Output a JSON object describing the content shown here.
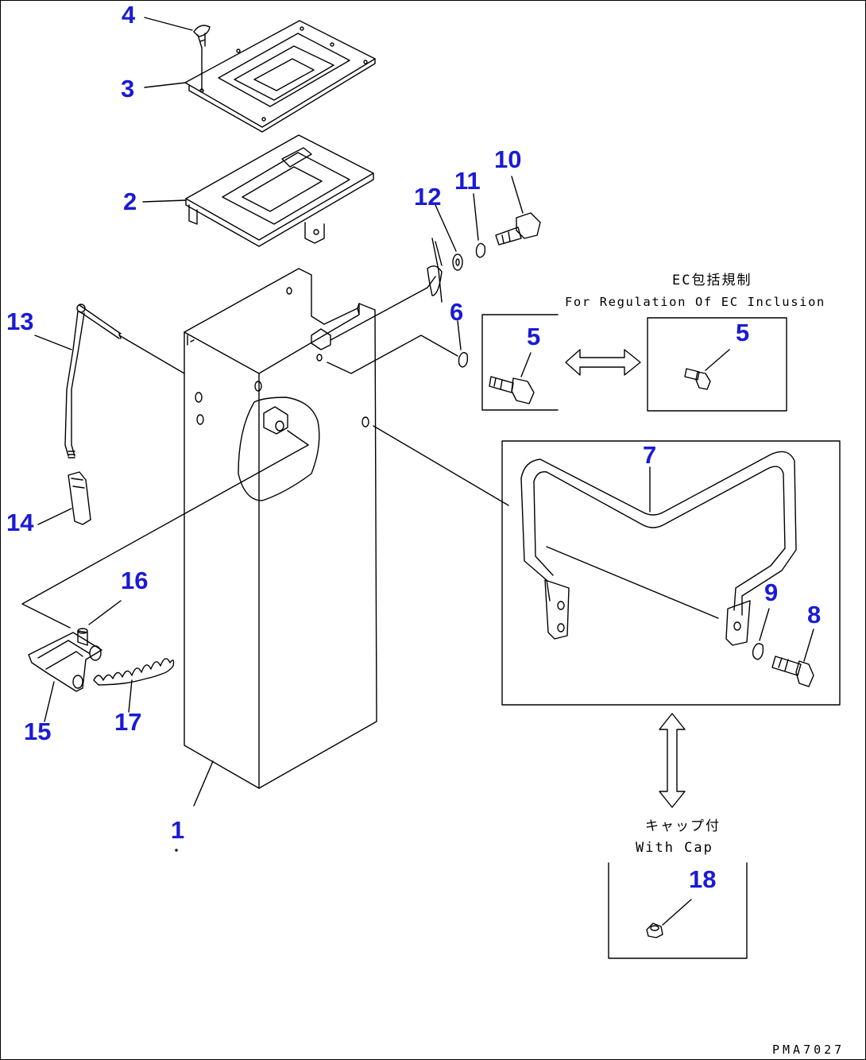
{
  "callouts": {
    "c1": "1",
    "c2": "2",
    "c3": "3",
    "c4": "4",
    "c5a": "5",
    "c5b": "5",
    "c6": "6",
    "c7": "7",
    "c8": "8",
    "c9": "9",
    "c10": "10",
    "c11": "11",
    "c12": "12",
    "c13": "13",
    "c14": "14",
    "c15": "15",
    "c16": "16",
    "c17": "17",
    "c18": "18"
  },
  "notes": {
    "ec_jp": "EC包括規制",
    "ec_en": "For Regulation Of EC Inclusion",
    "cap_jp": "キャップ付",
    "cap_en": "With Cap"
  },
  "drawing_code": "PMA7027",
  "colors": {
    "callout": "#1a1ad6",
    "line": "#000000",
    "background": "#ffffff"
  }
}
